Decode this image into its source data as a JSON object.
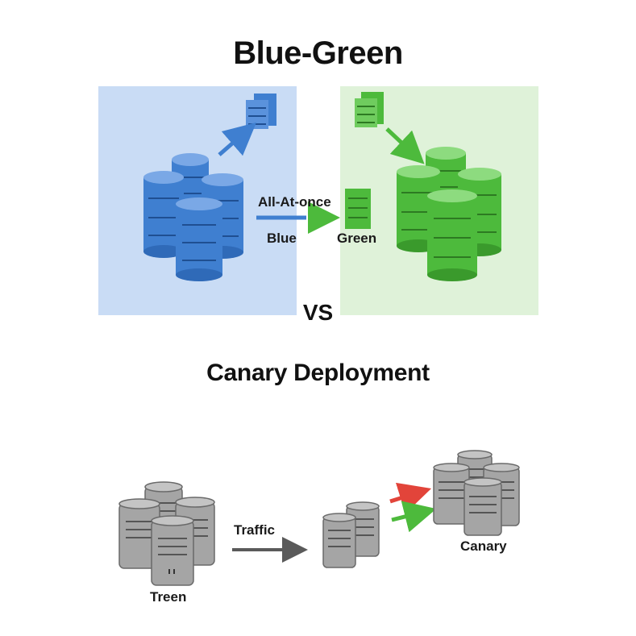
{
  "header": {
    "title": "Blue-Green"
  },
  "separator": {
    "text": "VS"
  },
  "blue_green": {
    "transition_label": "All-At-once",
    "blue_label": "Blue",
    "green_label": "Green",
    "colors": {
      "blue_panel": "#c9dcf5",
      "green_panel": "#dff2d9",
      "blue": "#3f7fd0",
      "green": "#4dba3c"
    }
  },
  "canary": {
    "title": "Canary Deployment",
    "traffic_label": "Traffic",
    "source_label": "Treen",
    "target_label": "Canary",
    "colors": {
      "server": "#9a9a9a",
      "red_arrow": "#e2443a",
      "green_arrow": "#4dba3c",
      "traffic_arrow": "#5a5a5a"
    }
  },
  "icons": [
    "database-cluster-icon",
    "server-rack-icon",
    "arrow-icon"
  ]
}
